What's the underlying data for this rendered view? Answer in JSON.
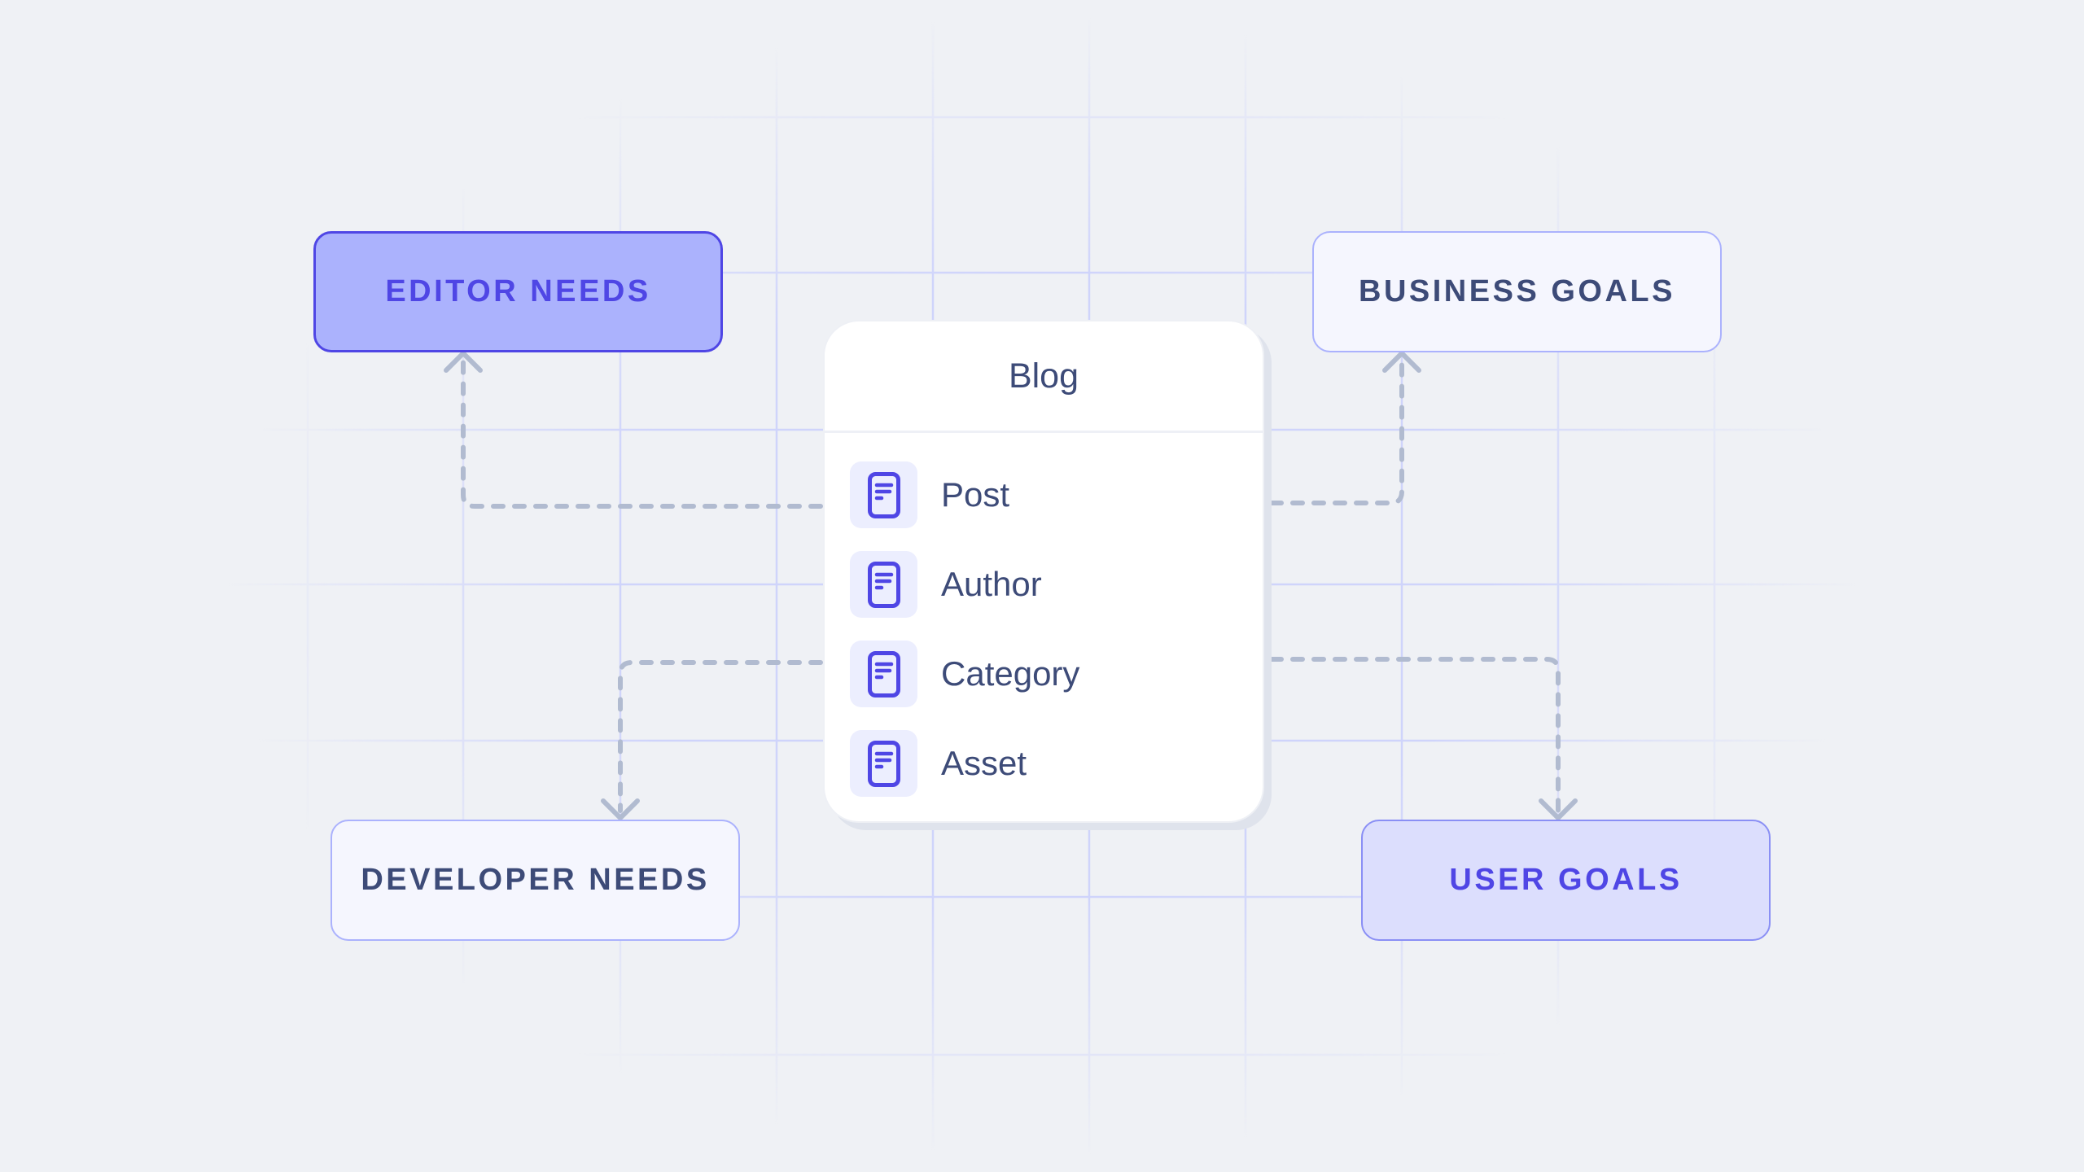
{
  "diagram": {
    "center_card": {
      "title": "Blog",
      "items": [
        {
          "label": "Post",
          "icon": "document-icon"
        },
        {
          "label": "Author",
          "icon": "document-icon"
        },
        {
          "label": "Category",
          "icon": "document-icon"
        },
        {
          "label": "Asset",
          "icon": "document-icon"
        }
      ]
    },
    "nodes": {
      "editor_needs": "EDITOR NEEDS",
      "business_goals": "BUSINESS GOALS",
      "developer_needs": "DEVELOPER NEEDS",
      "user_goals": "USER GOALS"
    },
    "colors": {
      "background": "#eff1f5",
      "accent": "#4f46e5",
      "accent_fill": "#abb2fd",
      "soft_fill": "#dcdefd",
      "light_fill": "#f5f6fe",
      "text_dark": "#3d4b78",
      "connector": "#b1bbd0",
      "grid": "#cfd4fb"
    }
  }
}
